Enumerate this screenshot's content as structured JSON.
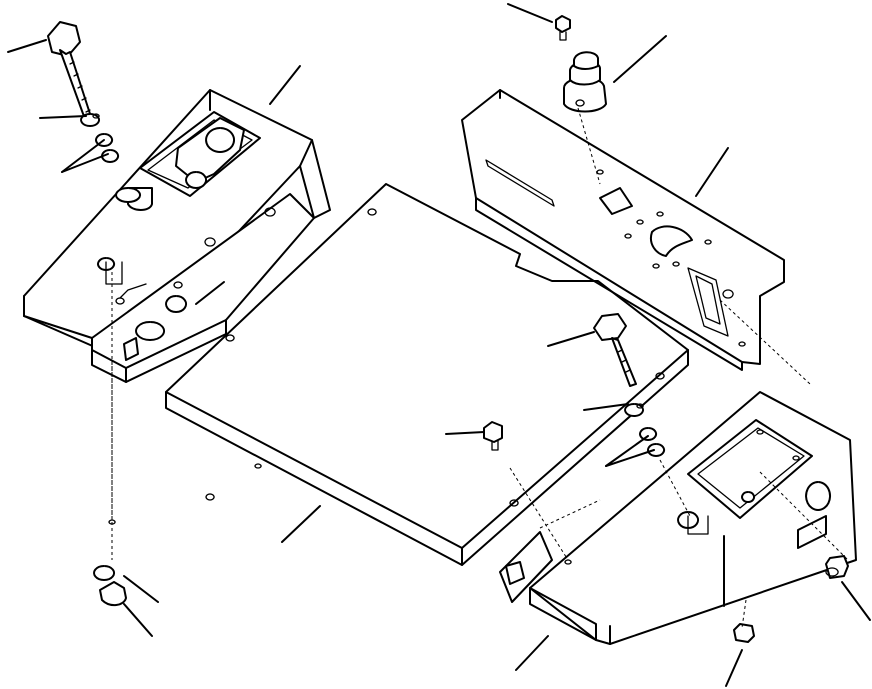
{
  "colors": {
    "line": "#000000",
    "background": "#ffffff"
  },
  "diagram": {
    "type": "exploded-parts-drawing",
    "parts": [
      {
        "name": "left-side-bracket"
      },
      {
        "name": "center-floor-plate"
      },
      {
        "name": "rear-panel"
      },
      {
        "name": "right-side-bracket"
      },
      {
        "name": "emergency-stop-switch"
      },
      {
        "name": "hex-bolt",
        "count": 2
      },
      {
        "name": "small-bolt",
        "count": 2
      },
      {
        "name": "washer",
        "count": 2
      },
      {
        "name": "bushing",
        "count": 4
      },
      {
        "name": "nut",
        "count": 3
      },
      {
        "name": "spacer",
        "count": 2
      }
    ]
  }
}
